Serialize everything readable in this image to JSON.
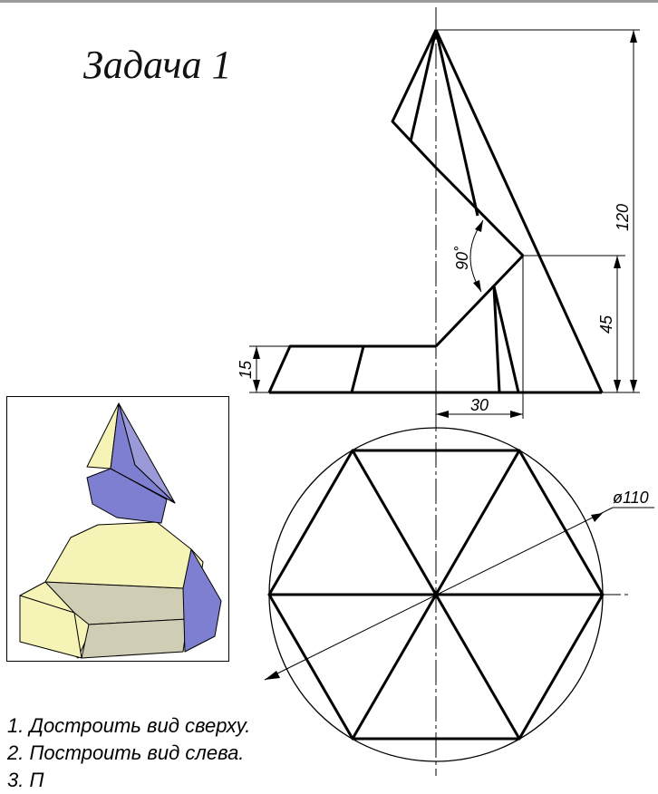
{
  "title": "Задача 1",
  "dimensions": {
    "total_height": "120",
    "step_height": "45",
    "base_height": "15",
    "step_offset": "30",
    "angle": "90˚",
    "diameter": "ø110"
  },
  "tasks": [
    "1. Достроить вид сверху.",
    "2. Построить вид слева.",
    "3. П"
  ],
  "colors": {
    "face_light": "#f5f3b6",
    "face_blue": "#7f7fd1",
    "face_gray": "#cfcdb4",
    "outline": "#000000"
  }
}
